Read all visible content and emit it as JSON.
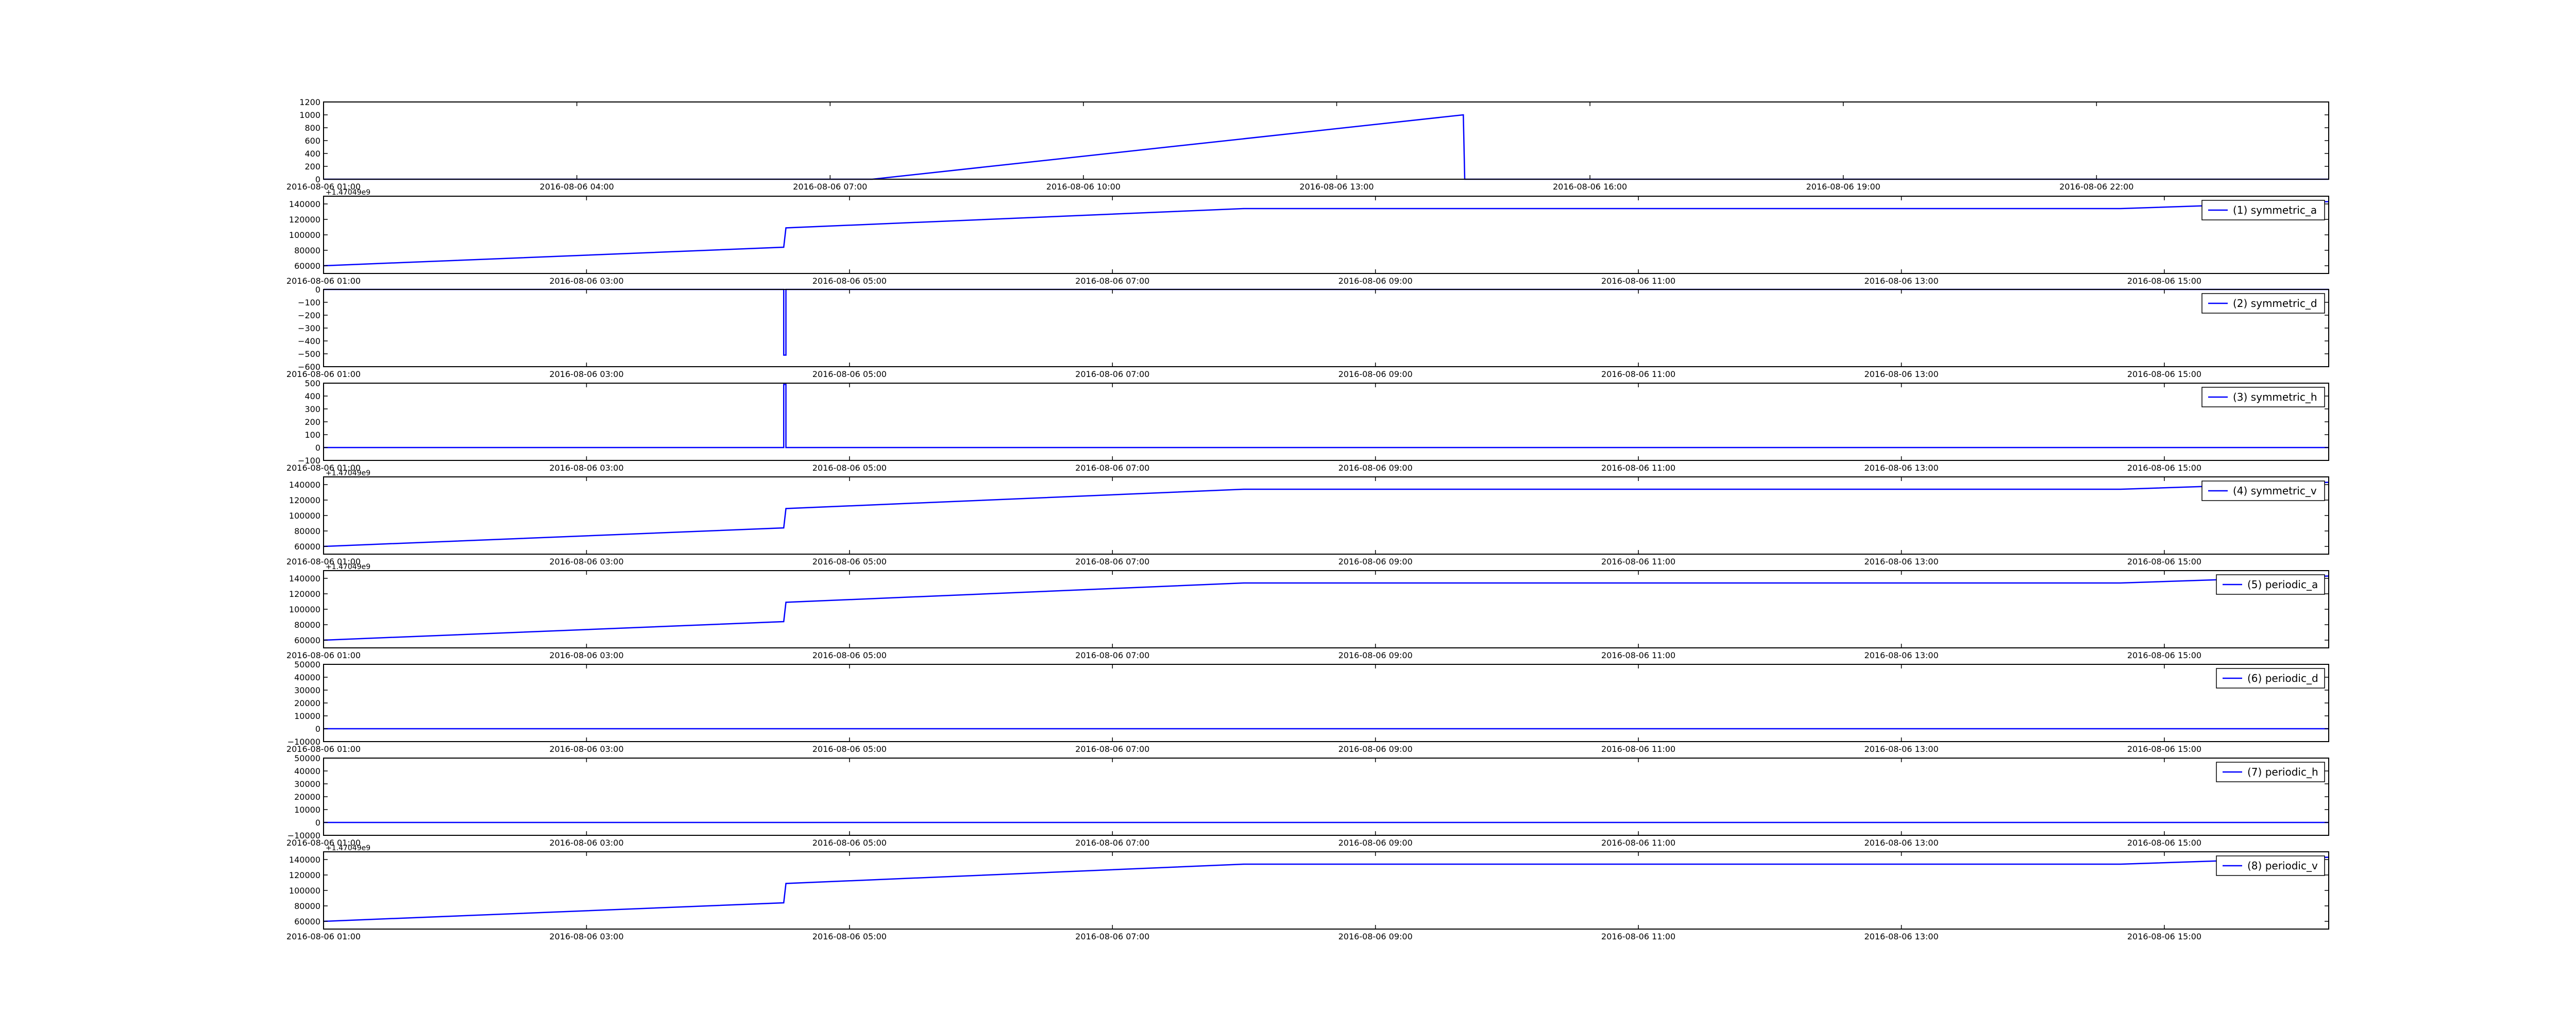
{
  "chart_data": [
    {
      "type": "line",
      "offset_text": "",
      "xticks": [
        "2016-08-06 01:00",
        "2016-08-06 04:00",
        "2016-08-06 07:00",
        "2016-08-06 10:00",
        "2016-08-06 13:00",
        "2016-08-06 16:00",
        "2016-08-06 19:00",
        "2016-08-06 22:00"
      ],
      "xlim": [
        "2016-08-06 01:00",
        "2016-08-07 00:45"
      ],
      "ylim": [
        0,
        1200
      ],
      "yticks": [
        "0",
        "200",
        "400",
        "600",
        "800",
        "1000",
        "1200"
      ],
      "legend": null,
      "series": [
        {
          "x": [
            "2016-08-06 01:00",
            "2016-08-06 07:30",
            "2016-08-06 14:30",
            "2016-08-06 14:31",
            "2016-08-07 00:45"
          ],
          "y": [
            0,
            0,
            1000,
            0,
            0
          ]
        }
      ]
    },
    {
      "type": "line",
      "offset_text": "+1.47049e9",
      "xticks": [
        "2016-08-06 01:00",
        "2016-08-06 03:00",
        "2016-08-06 05:00",
        "2016-08-06 07:00",
        "2016-08-06 09:00",
        "2016-08-06 11:00",
        "2016-08-06 13:00",
        "2016-08-06 15:00"
      ],
      "xlim": [
        "2016-08-06 01:00",
        "2016-08-06 16:15"
      ],
      "ylim": [
        50000,
        150000
      ],
      "yticks": [
        "60000",
        "80000",
        "100000",
        "120000",
        "140000"
      ],
      "legend": "(1) symmetric_a",
      "series": [
        {
          "x": [
            "2016-08-06 01:00",
            "2016-08-06 04:30",
            "2016-08-06 04:31",
            "2016-08-06 08:00",
            "2016-08-06 14:40",
            "2016-08-06 16:15"
          ],
          "y": [
            60000,
            84000,
            109000,
            134000,
            134000,
            143000
          ]
        }
      ]
    },
    {
      "type": "line",
      "offset_text": "",
      "xticks": [
        "2016-08-06 01:00",
        "2016-08-06 03:00",
        "2016-08-06 05:00",
        "2016-08-06 07:00",
        "2016-08-06 09:00",
        "2016-08-06 11:00",
        "2016-08-06 13:00",
        "2016-08-06 15:00"
      ],
      "xlim": [
        "2016-08-06 01:00",
        "2016-08-06 16:15"
      ],
      "ylim": [
        -600,
        0
      ],
      "yticks": [
        "−600",
        "−500",
        "−400",
        "−300",
        "−200",
        "−100",
        "0"
      ],
      "legend": "(2) symmetric_d",
      "series": [
        {
          "x": [
            "2016-08-06 01:00",
            "2016-08-06 04:30",
            "2016-08-06 04:30",
            "2016-08-06 04:31",
            "2016-08-06 04:31",
            "2016-08-06 16:15"
          ],
          "y": [
            0,
            0,
            -510,
            -510,
            0,
            0
          ]
        }
      ]
    },
    {
      "type": "line",
      "offset_text": "",
      "xticks": [
        "2016-08-06 01:00",
        "2016-08-06 03:00",
        "2016-08-06 05:00",
        "2016-08-06 07:00",
        "2016-08-06 09:00",
        "2016-08-06 11:00",
        "2016-08-06 13:00",
        "2016-08-06 15:00"
      ],
      "xlim": [
        "2016-08-06 01:00",
        "2016-08-06 16:15"
      ],
      "ylim": [
        -100,
        500
      ],
      "yticks": [
        "−100",
        "0",
        "100",
        "200",
        "300",
        "400",
        "500"
      ],
      "legend": "(3) symmetric_h",
      "series": [
        {
          "x": [
            "2016-08-06 01:00",
            "2016-08-06 04:30",
            "2016-08-06 04:30",
            "2016-08-06 04:31",
            "2016-08-06 04:31",
            "2016-08-06 16:15"
          ],
          "y": [
            0,
            0,
            490,
            490,
            0,
            0
          ]
        }
      ]
    },
    {
      "type": "line",
      "offset_text": "+1.47049e9",
      "xticks": [
        "2016-08-06 01:00",
        "2016-08-06 03:00",
        "2016-08-06 05:00",
        "2016-08-06 07:00",
        "2016-08-06 09:00",
        "2016-08-06 11:00",
        "2016-08-06 13:00",
        "2016-08-06 15:00"
      ],
      "xlim": [
        "2016-08-06 01:00",
        "2016-08-06 16:15"
      ],
      "ylim": [
        50000,
        150000
      ],
      "yticks": [
        "60000",
        "80000",
        "100000",
        "120000",
        "140000"
      ],
      "legend": "(4) symmetric_v",
      "series": [
        {
          "x": [
            "2016-08-06 01:00",
            "2016-08-06 04:30",
            "2016-08-06 04:31",
            "2016-08-06 08:00",
            "2016-08-06 14:40",
            "2016-08-06 16:15"
          ],
          "y": [
            60000,
            84000,
            109000,
            134000,
            134000,
            143000
          ]
        }
      ]
    },
    {
      "type": "line",
      "offset_text": "+1.47049e9",
      "xticks": [
        "2016-08-06 01:00",
        "2016-08-06 03:00",
        "2016-08-06 05:00",
        "2016-08-06 07:00",
        "2016-08-06 09:00",
        "2016-08-06 11:00",
        "2016-08-06 13:00",
        "2016-08-06 15:00"
      ],
      "xlim": [
        "2016-08-06 01:00",
        "2016-08-06 16:15"
      ],
      "ylim": [
        50000,
        150000
      ],
      "yticks": [
        "60000",
        "80000",
        "100000",
        "120000",
        "140000"
      ],
      "legend": "(5) periodic_a",
      "series": [
        {
          "x": [
            "2016-08-06 01:00",
            "2016-08-06 04:30",
            "2016-08-06 04:31",
            "2016-08-06 08:00",
            "2016-08-06 14:40",
            "2016-08-06 16:15"
          ],
          "y": [
            60000,
            84000,
            109000,
            134000,
            134000,
            143000
          ]
        }
      ]
    },
    {
      "type": "line",
      "offset_text": "",
      "xticks": [
        "2016-08-06 01:00",
        "2016-08-06 03:00",
        "2016-08-06 05:00",
        "2016-08-06 07:00",
        "2016-08-06 09:00",
        "2016-08-06 11:00",
        "2016-08-06 13:00",
        "2016-08-06 15:00"
      ],
      "xlim": [
        "2016-08-06 01:00",
        "2016-08-06 16:15"
      ],
      "ylim": [
        -10000,
        50000
      ],
      "yticks": [
        "−10000",
        "0",
        "10000",
        "20000",
        "30000",
        "40000",
        "50000"
      ],
      "legend": "(6) periodic_d",
      "series": [
        {
          "x": [
            "2016-08-06 01:00",
            "2016-08-06 16:15"
          ],
          "y": [
            0,
            0
          ]
        }
      ]
    },
    {
      "type": "line",
      "offset_text": "",
      "xticks": [
        "2016-08-06 01:00",
        "2016-08-06 03:00",
        "2016-08-06 05:00",
        "2016-08-06 07:00",
        "2016-08-06 09:00",
        "2016-08-06 11:00",
        "2016-08-06 13:00",
        "2016-08-06 15:00"
      ],
      "xlim": [
        "2016-08-06 01:00",
        "2016-08-06 16:15"
      ],
      "ylim": [
        -10000,
        50000
      ],
      "yticks": [
        "−10000",
        "0",
        "10000",
        "20000",
        "30000",
        "40000",
        "50000"
      ],
      "legend": "(7) periodic_h",
      "series": [
        {
          "x": [
            "2016-08-06 01:00",
            "2016-08-06 16:15"
          ],
          "y": [
            0,
            0
          ]
        }
      ]
    },
    {
      "type": "line",
      "offset_text": "+1.47049e9",
      "xticks": [
        "2016-08-06 01:00",
        "2016-08-06 03:00",
        "2016-08-06 05:00",
        "2016-08-06 07:00",
        "2016-08-06 09:00",
        "2016-08-06 11:00",
        "2016-08-06 13:00",
        "2016-08-06 15:00"
      ],
      "xlim": [
        "2016-08-06 01:00",
        "2016-08-06 16:15"
      ],
      "ylim": [
        50000,
        150000
      ],
      "yticks": [
        "60000",
        "80000",
        "100000",
        "120000",
        "140000"
      ],
      "legend": "(8) periodic_v",
      "series": [
        {
          "x": [
            "2016-08-06 01:00",
            "2016-08-06 04:30",
            "2016-08-06 04:31",
            "2016-08-06 08:00",
            "2016-08-06 14:40",
            "2016-08-06 16:15"
          ],
          "y": [
            60000,
            84000,
            109000,
            134000,
            134000,
            143000
          ]
        }
      ]
    }
  ],
  "colors": {
    "line": "#0000ff",
    "axes": "#000000",
    "background": "#ffffff"
  }
}
